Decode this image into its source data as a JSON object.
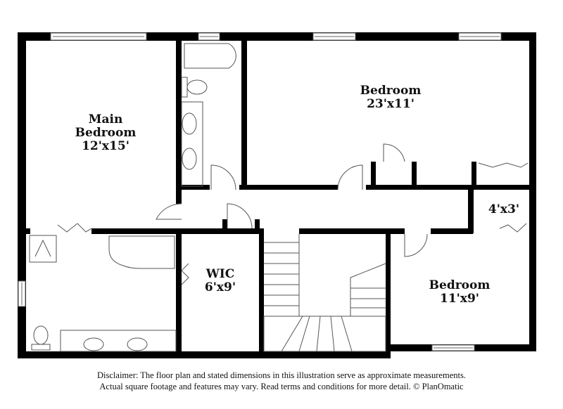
{
  "rooms": {
    "main_bedroom": {
      "name_line1": "Main",
      "name_line2": "Bedroom",
      "size": "12'x15'"
    },
    "bedroom_large": {
      "name": "Bedroom",
      "size": "23'x11'"
    },
    "closet": {
      "size": "4'x3'"
    },
    "wic": {
      "name": "WIC",
      "size": "6'x9'"
    },
    "bedroom_small": {
      "name": "Bedroom",
      "size": "11'x9'"
    }
  },
  "disclaimer": {
    "line1": "Disclaimer: The floor plan and stated dimensions in this illustration serve as approximate measurements.",
    "line2": "Actual square footage and features may vary. Read terms and conditions for more detail. © PlanOmatic"
  },
  "colors": {
    "wall": "#000000",
    "fixture": "#555555",
    "background": "#ffffff"
  }
}
